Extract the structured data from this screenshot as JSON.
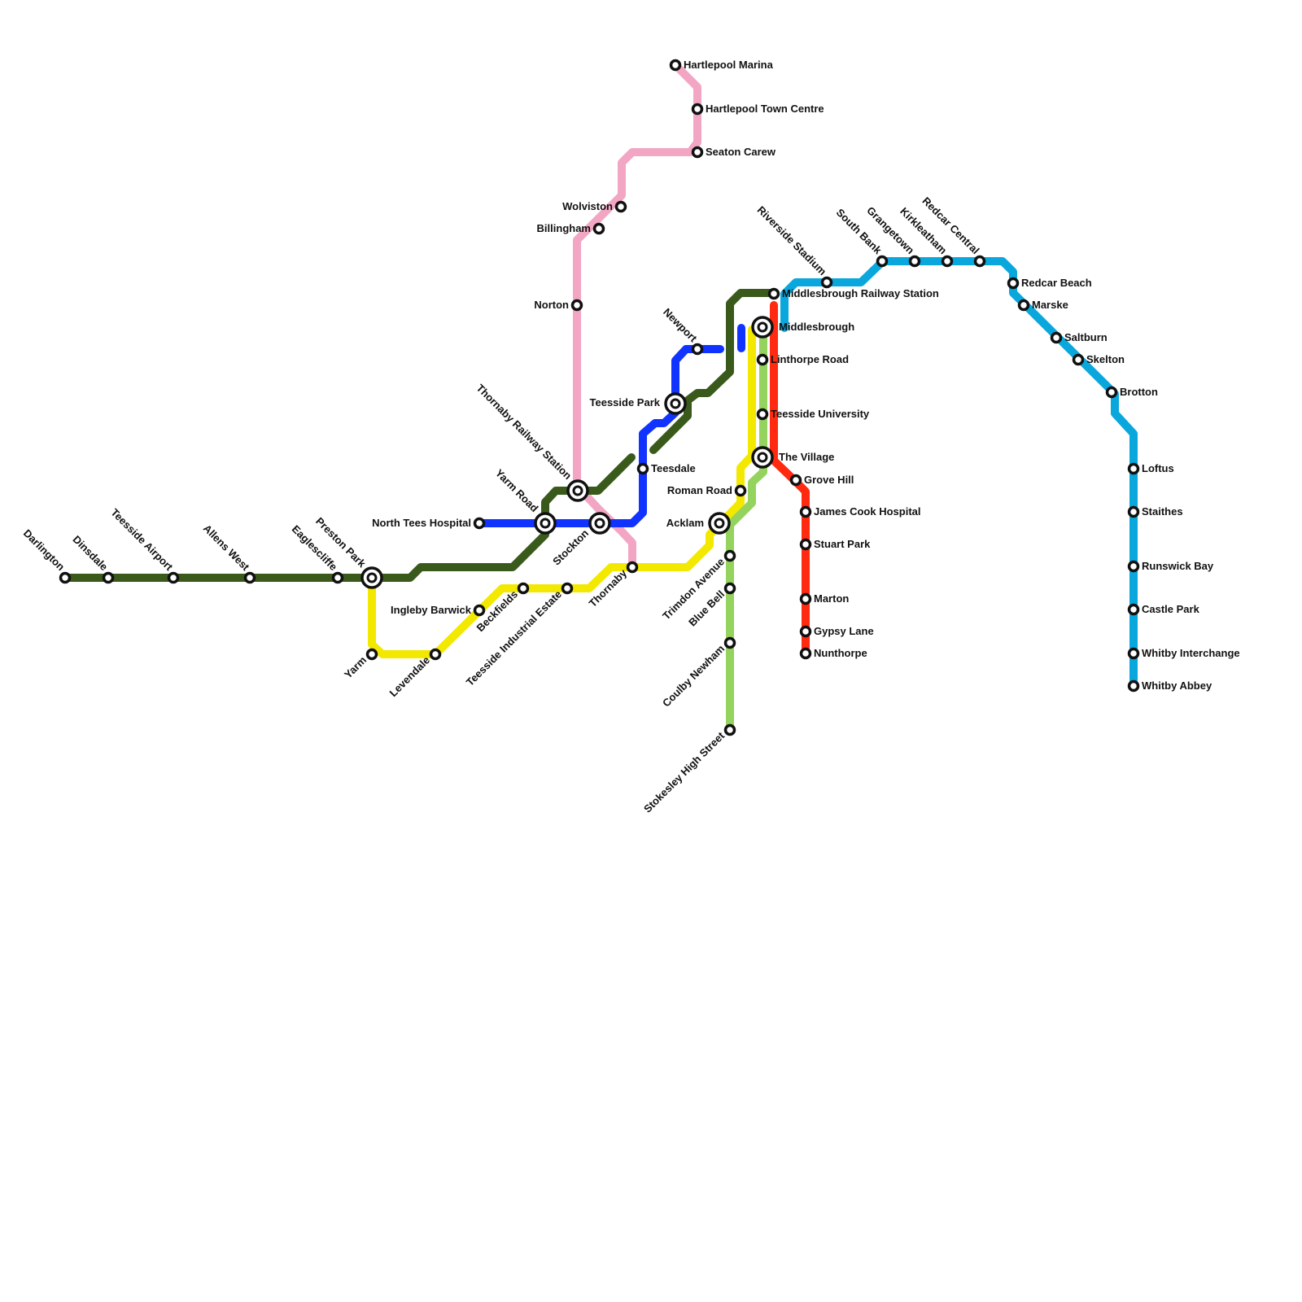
{
  "colors": {
    "darkgreen": "#3a5a1c",
    "yellow": "#f3e800",
    "pink": "#f2a6c4",
    "blue": "#1133ff",
    "lightgreen": "#94d35d",
    "red": "#ff2a10",
    "cyan": "#0aa7dd"
  },
  "stations": {
    "darlington": "Darlington",
    "dinsdale": "Dinsdale",
    "teesside_airport": "Teesside Airport",
    "allens_west": "Allens West",
    "eaglescliffe": "Eaglescliffe",
    "preston_park": "Preston Park",
    "yarm": "Yarm",
    "levendale": "Levendale",
    "ingleby_barwick": "Ingleby Barwick",
    "beckfields": "Beckfields",
    "teesside_industrial_estate": "Teesside Industrial Estate",
    "thornaby": "Thornaby",
    "north_tees_hospital": "North Tees Hospital",
    "yarm_road": "Yarm Road",
    "stockton": "Stockton",
    "thornaby_railway_station": "Thornaby Railway Station",
    "norton": "Norton",
    "billingham": "Billingham",
    "wolviston": "Wolviston",
    "seaton_carew": "Seaton Carew",
    "hartlepool_town_centre": "Hartlepool Town Centre",
    "hartlepool_marina": "Hartlepool Marina",
    "teesdale": "Teesdale",
    "teesside_park": "Teesside Park",
    "newport": "Newport",
    "roman_road": "Roman Road",
    "acklam": "Acklam",
    "trimdon_avenue": "Trimdon Avenue",
    "blue_bell": "Blue Bell",
    "coulby_newham": "Coulby Newham",
    "stokesley_high_street": "Stokesley High Street",
    "middlesbrough": "Middlesbrough",
    "linthorpe_road": "Linthorpe Road",
    "teesside_university": "Teesside University",
    "the_village": "The Village",
    "middlesbrough_railway_station": "Middlesbrough Railway Station",
    "grove_hill": "Grove Hill",
    "james_cook_hospital": "James Cook Hospital",
    "stuart_park": "Stuart Park",
    "marton": "Marton",
    "gypsy_lane": "Gypsy Lane",
    "nunthorpe": "Nunthorpe",
    "riverside_stadium": "Riverside Stadium",
    "south_bank": "South Bank",
    "grangetown": "Grangetown",
    "kirkleatham": "Kirkleatham",
    "redcar_central": "Redcar Central",
    "redcar_beach": "Redcar Beach",
    "marske": "Marske",
    "saltburn": "Saltburn",
    "skelton": "Skelton",
    "brotton": "Brotton",
    "loftus": "Loftus",
    "staithes": "Staithes",
    "runswick_bay": "Runswick Bay",
    "castle_park": "Castle Park",
    "whitby_interchange": "Whitby Interchange",
    "whitby_abbey": "Whitby Abbey"
  }
}
